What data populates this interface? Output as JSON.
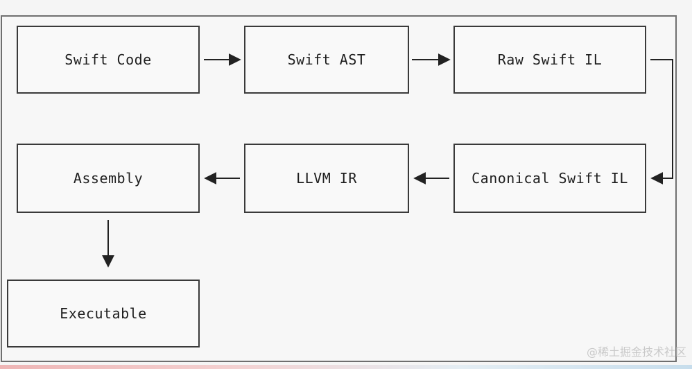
{
  "diagram": {
    "nodes": [
      {
        "id": "swift-code",
        "label": "Swift Code"
      },
      {
        "id": "swift-ast",
        "label": "Swift AST"
      },
      {
        "id": "raw-swift-il",
        "label": "Raw Swift IL"
      },
      {
        "id": "canonical-swift-il",
        "label": "Canonical Swift IL"
      },
      {
        "id": "llvm-ir",
        "label": "LLVM IR"
      },
      {
        "id": "assembly",
        "label": "Assembly"
      },
      {
        "id": "executable",
        "label": "Executable"
      }
    ],
    "edges": [
      {
        "from": "swift-code",
        "to": "swift-ast"
      },
      {
        "from": "swift-ast",
        "to": "raw-swift-il"
      },
      {
        "from": "raw-swift-il",
        "to": "canonical-swift-il"
      },
      {
        "from": "canonical-swift-il",
        "to": "llvm-ir"
      },
      {
        "from": "llvm-ir",
        "to": "assembly"
      },
      {
        "from": "assembly",
        "to": "executable"
      }
    ]
  },
  "watermark": "@稀土掘金技术社区"
}
